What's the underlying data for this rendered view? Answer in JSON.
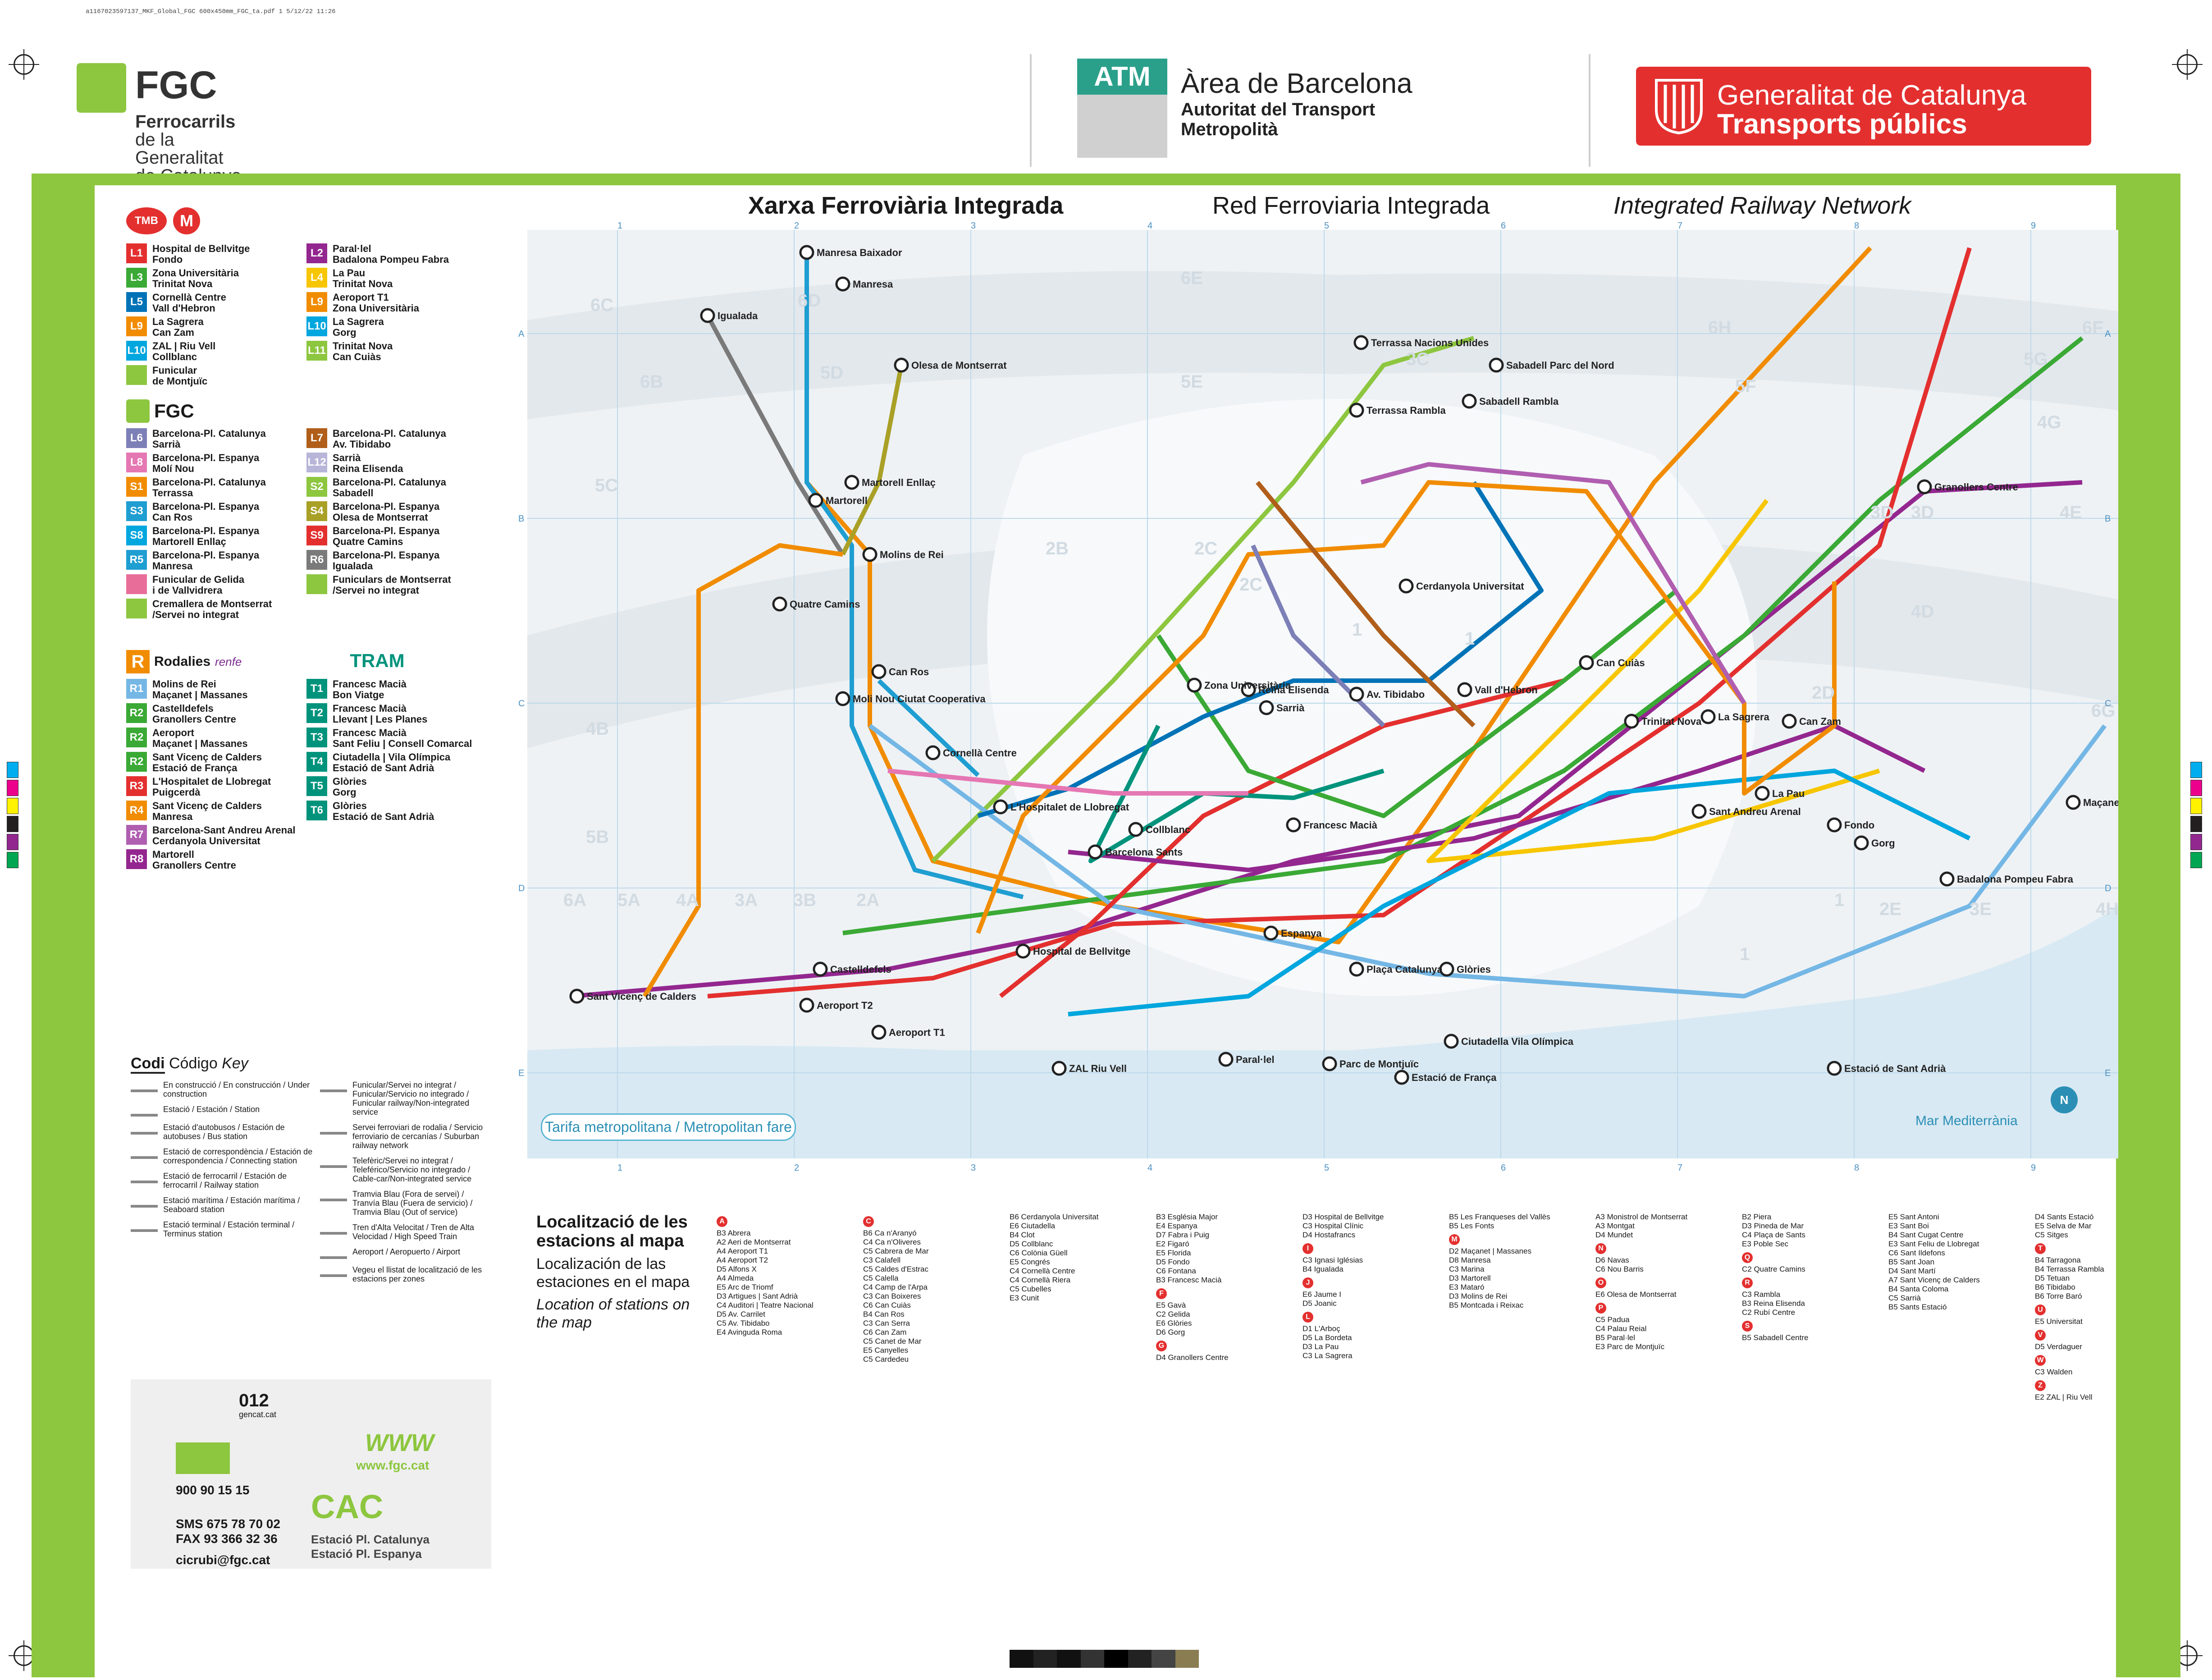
{
  "slug": "a1167023597137_MKF_Global_FGC 600x450mm_FGC_ta.pdf   1   5/12/22   11:26",
  "header": {
    "fgc": {
      "name": "FGC",
      "line1": "Ferrocarrils",
      "line2": "de la Generalitat",
      "line3": "de Catalunya"
    },
    "atm": {
      "badge": "ATM",
      "title": "Àrea de Barcelona",
      "sub1": "Autoritat del Transport",
      "sub2": "Metropolità"
    },
    "gen": {
      "line1": "Generalitat de Catalunya",
      "line2": "Transports públics"
    }
  },
  "titles": {
    "ca": "Xarxa Ferroviària Integrada",
    "es": "Red Ferroviaria Integrada",
    "en": "Integrated Railway Network"
  },
  "grid": {
    "cols": [
      "1",
      "2",
      "3",
      "4",
      "5",
      "6",
      "7",
      "8",
      "9"
    ],
    "rows": [
      "A",
      "B",
      "C",
      "D",
      "E"
    ]
  },
  "legend": {
    "tmb": "TMB",
    "metro": [
      {
        "code": "L1",
        "color": "#e3302f",
        "text": "Hospital de Bellvitge\nFondo"
      },
      {
        "code": "L2",
        "color": "#93278f",
        "text": "Paral·lel\nBadalona Pompeu Fabra"
      },
      {
        "code": "L3",
        "color": "#3aa935",
        "text": "Zona Universitària\nTrinitat Nova"
      },
      {
        "code": "L4",
        "color": "#f7c600",
        "text": "La Pau\nTrinitat Nova"
      },
      {
        "code": "L5",
        "color": "#0073b7",
        "text": "Cornellà Centre\nVall d'Hebron"
      },
      {
        "code": "L9",
        "color": "#f18c00",
        "text": "Aeroport T1\nZona Universitària"
      },
      {
        "code": "L9",
        "color": "#f18c00",
        "text": "La Sagrera\nCan Zam"
      },
      {
        "code": "L10",
        "color": "#00a6de",
        "text": "La Sagrera\nGorg"
      },
      {
        "code": "L10",
        "color": "#00a6de",
        "text": "ZAL | Riu Vell\nCollblanc"
      },
      {
        "code": "L11",
        "color": "#8dc63f",
        "text": "Trinitat Nova\nCan Cuiàs"
      },
      {
        "code": "",
        "color": "#8dc63f",
        "text": "Funicular\nde Montjuïc"
      }
    ],
    "fgc_title": "FGC",
    "fgc": [
      {
        "code": "L6",
        "color": "#7d7fb7",
        "text": "Barcelona-Pl. Catalunya\nSarrià"
      },
      {
        "code": "L7",
        "color": "#b05e1a",
        "text": "Barcelona-Pl. Catalunya\nAv. Tibidabo"
      },
      {
        "code": "L8",
        "color": "#e577b3",
        "text": "Barcelona-Pl. Espanya\nMolí Nou"
      },
      {
        "code": "L12",
        "color": "#b7b5d8",
        "text": "Sarrià\nReina Elisenda"
      },
      {
        "code": "S1",
        "color": "#f18c00",
        "text": "Barcelona-Pl. Catalunya\nTerrassa"
      },
      {
        "code": "S2",
        "color": "#8dc63f",
        "text": "Barcelona-Pl. Catalunya\nSabadell"
      },
      {
        "code": "S3",
        "color": "#1f9ed1",
        "text": "Barcelona-Pl. Espanya\nCan Ros"
      },
      {
        "code": "S4",
        "color": "#a9a026",
        "text": "Barcelona-Pl. Espanya\nOlesa de Montserrat"
      },
      {
        "code": "S8",
        "color": "#00a6de",
        "text": "Barcelona-Pl. Espanya\nMartorell Enllaç"
      },
      {
        "code": "S9",
        "color": "#e3302f",
        "text": "Barcelona-Pl. Espanya\nQuatre Camins"
      },
      {
        "code": "R5",
        "color": "#1f9ed1",
        "text": "Barcelona-Pl. Espanya\nManresa"
      },
      {
        "code": "R6",
        "color": "#7a7a7a",
        "text": "Barcelona-Pl. Espanya\nIgualada"
      },
      {
        "code": "",
        "color": "#e86e99",
        "text": "Funicular de Gelida\ni de Vallvidrera"
      },
      {
        "code": "",
        "color": "#8dc63f",
        "text": "Funiculars de Montserrat\n/Servei no integrat"
      },
      {
        "code": "",
        "color": "#8dc63f",
        "text": "Cremallera de Montserrat\n/Servei no integrat"
      }
    ],
    "rodalies_title": "Rodalies",
    "renfe": "renfe",
    "rodalies": [
      {
        "code": "R1",
        "color": "#74b7e5",
        "text": "Molins de Rei\nMaçanet | Massanes"
      },
      {
        "code": "R2",
        "color": "#3aa935",
        "text": "Castelldefels\nGranollers Centre"
      },
      {
        "code": "R2",
        "color": "#3aa935",
        "text": "Aeroport\nMaçanet | Massanes"
      },
      {
        "code": "R2",
        "color": "#3aa935",
        "text": "Sant Vicenç de Calders\nEstació de França"
      },
      {
        "code": "R3",
        "color": "#e3302f",
        "text": "L'Hospitalet de Llobregat\nPuigcerdà"
      },
      {
        "code": "R4",
        "color": "#f18c00",
        "text": "Sant Vicenç de Calders\nManresa"
      },
      {
        "code": "R7",
        "color": "#b05eb0",
        "text": "Barcelona-Sant Andreu Arenal\nCerdanyola Universitat"
      },
      {
        "code": "R8",
        "color": "#93278f",
        "text": "Martorell\nGranollers Centre"
      }
    ],
    "tram_title": "TRAM",
    "tram": [
      {
        "code": "T1",
        "color": "#00937c",
        "text": "Francesc Macià\nBon Viatge"
      },
      {
        "code": "T2",
        "color": "#00937c",
        "text": "Francesc Macià\nLlevant | Les Planes"
      },
      {
        "code": "T3",
        "color": "#00937c",
        "text": "Francesc Macià\nSant Feliu | Consell Comarcal"
      },
      {
        "code": "T4",
        "color": "#00937c",
        "text": "Ciutadella | Vila Olímpica\nEstació de Sant Adrià"
      },
      {
        "code": "T5",
        "color": "#00937c",
        "text": "Glòries\nGorg"
      },
      {
        "code": "T6",
        "color": "#00937c",
        "text": "Glòries\nEstació de Sant Adrià"
      }
    ]
  },
  "key": {
    "title_ca": "Codi",
    "title_es": "Código",
    "title_en": "Key",
    "items_left": [
      "En construcció / En construcción / Under construction",
      "Estació / Estación / Station",
      "Estació d'autobusos / Estación de autobuses / Bus station",
      "Estació de correspondència / Estación de correspondencia / Connecting station",
      "Estació de ferrocarril / Estación de ferrocarril / Railway station",
      "Estació marítima / Estación marítima / Seaboard station",
      "Estació terminal / Estación terminal / Terminus station"
    ],
    "items_right": [
      "Funicular/Servei no integrat / Funicular/Servicio no integrado / Funicular railway/Non-integrated service",
      "Servei ferroviari de rodalia / Servicio ferroviario de cercanías / Suburban railway network",
      "Telefèric/Servei no integrat / Teleférico/Servicio no integrado / Cable-car/Non-integrated service",
      "Tramvia Blau (Fora de servei) / Tranvía Blau (Fuera de servicio) / Tramvia Blau (Out of service)",
      "Tren d'Alta Velocitat / Tren de Alta Velocidad / High Speed Train",
      "Aeroport / Aeropuerto / Airport",
      "Vegeu el llistat de localització de les estacions per zones"
    ]
  },
  "info": {
    "phone_012": "012",
    "gencat": "gencat.cat",
    "phone1": "900 90 15 15",
    "sms": "SMS 675 78 70 02",
    "fax": "FAX 93 366 32 36",
    "email": "cicrubi@fgc.cat",
    "web": "www.fgc.cat",
    "cac": "CAC",
    "cac1": "Estació Pl. Catalunya",
    "cac2": "Estació Pl. Espanya"
  },
  "map": {
    "fare_label": "Tarifa metropolitana / Metropolitan fare",
    "sea_label": "Mar Mediterrània",
    "zones": [
      "6E",
      "6D",
      "6C",
      "6B",
      "5D",
      "5C",
      "5B",
      "4B",
      "4A",
      "3A",
      "3B",
      "2A",
      "2B",
      "2C",
      "1",
      "1",
      "1",
      "2D",
      "2E",
      "3C",
      "3D",
      "3E",
      "4G",
      "4H",
      "4E",
      "5E",
      "5F",
      "5G",
      "6F",
      "6G",
      "6H",
      "6A",
      "5A",
      "1",
      "2C",
      "3D",
      "4D"
    ],
    "stations": [
      {
        "n": "Manresa Baixador"
      },
      {
        "n": "Manresa"
      },
      {
        "n": "Terrassa Nacions Unides"
      },
      {
        "n": "Sabadell Parc del Nord"
      },
      {
        "n": "Igualada"
      },
      {
        "n": "Olesa de Montserrat"
      },
      {
        "n": "Martorell Enllaç"
      },
      {
        "n": "Martorell"
      },
      {
        "n": "Molins de Rei"
      },
      {
        "n": "Quatre Camins"
      },
      {
        "n": "Can Ros"
      },
      {
        "n": "Moli Nou Ciutat Cooperativa"
      },
      {
        "n": "Cornellà Centre"
      },
      {
        "n": "L'Hospitalet de Llobregat"
      },
      {
        "n": "Hospital de Bellvitge"
      },
      {
        "n": "Castelldefels"
      },
      {
        "n": "Sant Vicenç de Calders"
      },
      {
        "n": "Aeroport T1"
      },
      {
        "n": "Aeroport T2"
      },
      {
        "n": "Zona Universitària"
      },
      {
        "n": "Reina Elisenda"
      },
      {
        "n": "Sarrià"
      },
      {
        "n": "Av. Tibidabo"
      },
      {
        "n": "Francesc Macià"
      },
      {
        "n": "Collblanc"
      },
      {
        "n": "Plaça Catalunya"
      },
      {
        "n": "Paral·lel"
      },
      {
        "n": "Espanya"
      },
      {
        "n": "Ciutadella Vila Olímpica"
      },
      {
        "n": "Estació de França"
      },
      {
        "n": "La Sagrera"
      },
      {
        "n": "Sant Andreu Arenal"
      },
      {
        "n": "Trinitat Nova"
      },
      {
        "n": "Can Cuiàs"
      },
      {
        "n": "Vall d'Hebron"
      },
      {
        "n": "Can Zam"
      },
      {
        "n": "Fondo"
      },
      {
        "n": "La Pau"
      },
      {
        "n": "Gorg"
      },
      {
        "n": "Badalona Pompeu Fabra"
      },
      {
        "n": "Estació de Sant Adrià"
      },
      {
        "n": "Cerdanyola Universitat"
      },
      {
        "n": "Granollers Centre"
      },
      {
        "n": "Maçanet Massanes"
      },
      {
        "n": "ZAL Riu Vell"
      },
      {
        "n": "Parc de Montjuïc"
      },
      {
        "n": "Barcelona Sants"
      },
      {
        "n": "Glòries"
      },
      {
        "n": "Terrassa Rambla"
      },
      {
        "n": "Sabadell Rambla"
      }
    ]
  },
  "index": {
    "title_ca": "Localització de les estacions al mapa",
    "title_es": "Localización de las estaciones en el mapa",
    "title_en": "Location of stations on the map",
    "columns": [
      [
        "A",
        "B3 Abrera",
        "A2 Aeri de Montserrat",
        "A4 Aeroport T1",
        "A4 Aeroport T2",
        "D5 Alfons X",
        "A4 Almeda",
        "E5 Arc de Triomf",
        "D3 Artigues | Sant Adrià",
        "C4 Auditori | Teatre Nacional",
        "D5 Av. Carrilet",
        "C5 Av. Tibidabo",
        "E4 Avinguda Roma"
      ],
      [
        "C",
        "B6 Ca n'Aranyó",
        "C4 Ca n'Oliveres",
        "C5 Cabrera de Mar",
        "C3 Calafell",
        "C5 Caldes d'Estrac",
        "C5 Calella",
        "C4 Camp de l'Arpa",
        "C3 Can Boixeres",
        "C6 Can Cuiàs",
        "B4 Can Ros",
        "C3 Can Serra",
        "C6 Can Zam",
        "C5 Canet de Mar",
        "E5 Canyelles",
        "C5 Cardedeu"
      ],
      [
        "B6 Cerdanyola Universitat",
        "E6 Ciutadella",
        "B4 Clot",
        "D5 Collblanc",
        "C6 Colònia Güell",
        "E5 Congrés",
        "C4 Cornellà Centre",
        "C4 Cornellà Riera",
        "C5 Cubelles",
        "E3 Cunit"
      ],
      [
        "B3 Església Major",
        "E4 Espanya",
        "D7 Fabra i Puig",
        "E2 Figaró",
        "E5 Florida",
        "D5 Fondo",
        "C6 Fontana",
        "B3 Francesc Macià",
        "F",
        "E5 Gavà",
        "C2 Gelida",
        "E6 Glòries",
        "D6 Gorg",
        "G",
        "D4 Granollers Centre"
      ],
      [
        "D3 Hospital de Bellvitge",
        "C3 Hospital Clínic",
        "D4 Hostafrancs",
        "I",
        "C3 Ignasi Iglésias",
        "B4 Igualada",
        "J",
        "E6 Jaume I",
        "D5 Joanic",
        "L",
        "D1 L'Arboç",
        "D5 La Bordeta",
        "D3 La Pau",
        "C3 La Sagrera"
      ],
      [
        "B5 Les Franqueses del Vallès",
        "B5 Les Fonts",
        "M",
        "D2 Maçanet | Massanes",
        "D8 Manresa",
        "C3 Marina",
        "D3 Martorell",
        "E3 Mataró",
        "D3 Molins de Rei",
        "B5 Montcada i Reixac"
      ],
      [
        "A3 Monistrol de Montserrat",
        "A3 Montgat",
        "D4 Mundet",
        "N",
        "D6 Navas",
        "C6 Nou Barris",
        "O",
        "E6 Olesa de Montserrat",
        "P",
        "C5 Padua",
        "C4 Palau Reial",
        "B5 Paral·lel",
        "E3 Parc de Montjuïc"
      ],
      [
        "B2 Piera",
        "D3 Pineda de Mar",
        "C4 Plaça de Sants",
        "E3 Poble Sec",
        "Q",
        "C2 Quatre Camins",
        "R",
        "C3 Rambla",
        "B3 Reina Elisenda",
        "C2 Rubí Centre",
        "S",
        "B5 Sabadell Centre"
      ],
      [
        "E5 Sant Antoni",
        "E3 Sant Boi",
        "B4 Sant Cugat Centre",
        "E3 Sant Feliu de Llobregat",
        "C6 Sant Ildefons",
        "B5 Sant Joan",
        "D4 Sant Martí",
        "A7 Sant Vicenç de Calders",
        "B4 Santa Coloma",
        "C5 Sarrià",
        "B5 Sants Estació"
      ],
      [
        "D4 Sants Estació",
        "E5 Selva de Mar",
        "C5 Sitges",
        "T",
        "B4 Tarragona",
        "B4 Terrassa Rambla",
        "D5 Tetuan",
        "B6 Tibidabo",
        "B6 Torre Baró",
        "U",
        "E5 Universitat",
        "V",
        "D5 Verdaguer",
        "W",
        "C3 Walden",
        "Z",
        "E2 ZAL | Riu Vell"
      ]
    ]
  },
  "colors": {
    "fgc_green": "#8dc63f",
    "atm_teal": "#2aa08a",
    "gen_red": "#e3302f",
    "sea": "#d8e9f3"
  }
}
